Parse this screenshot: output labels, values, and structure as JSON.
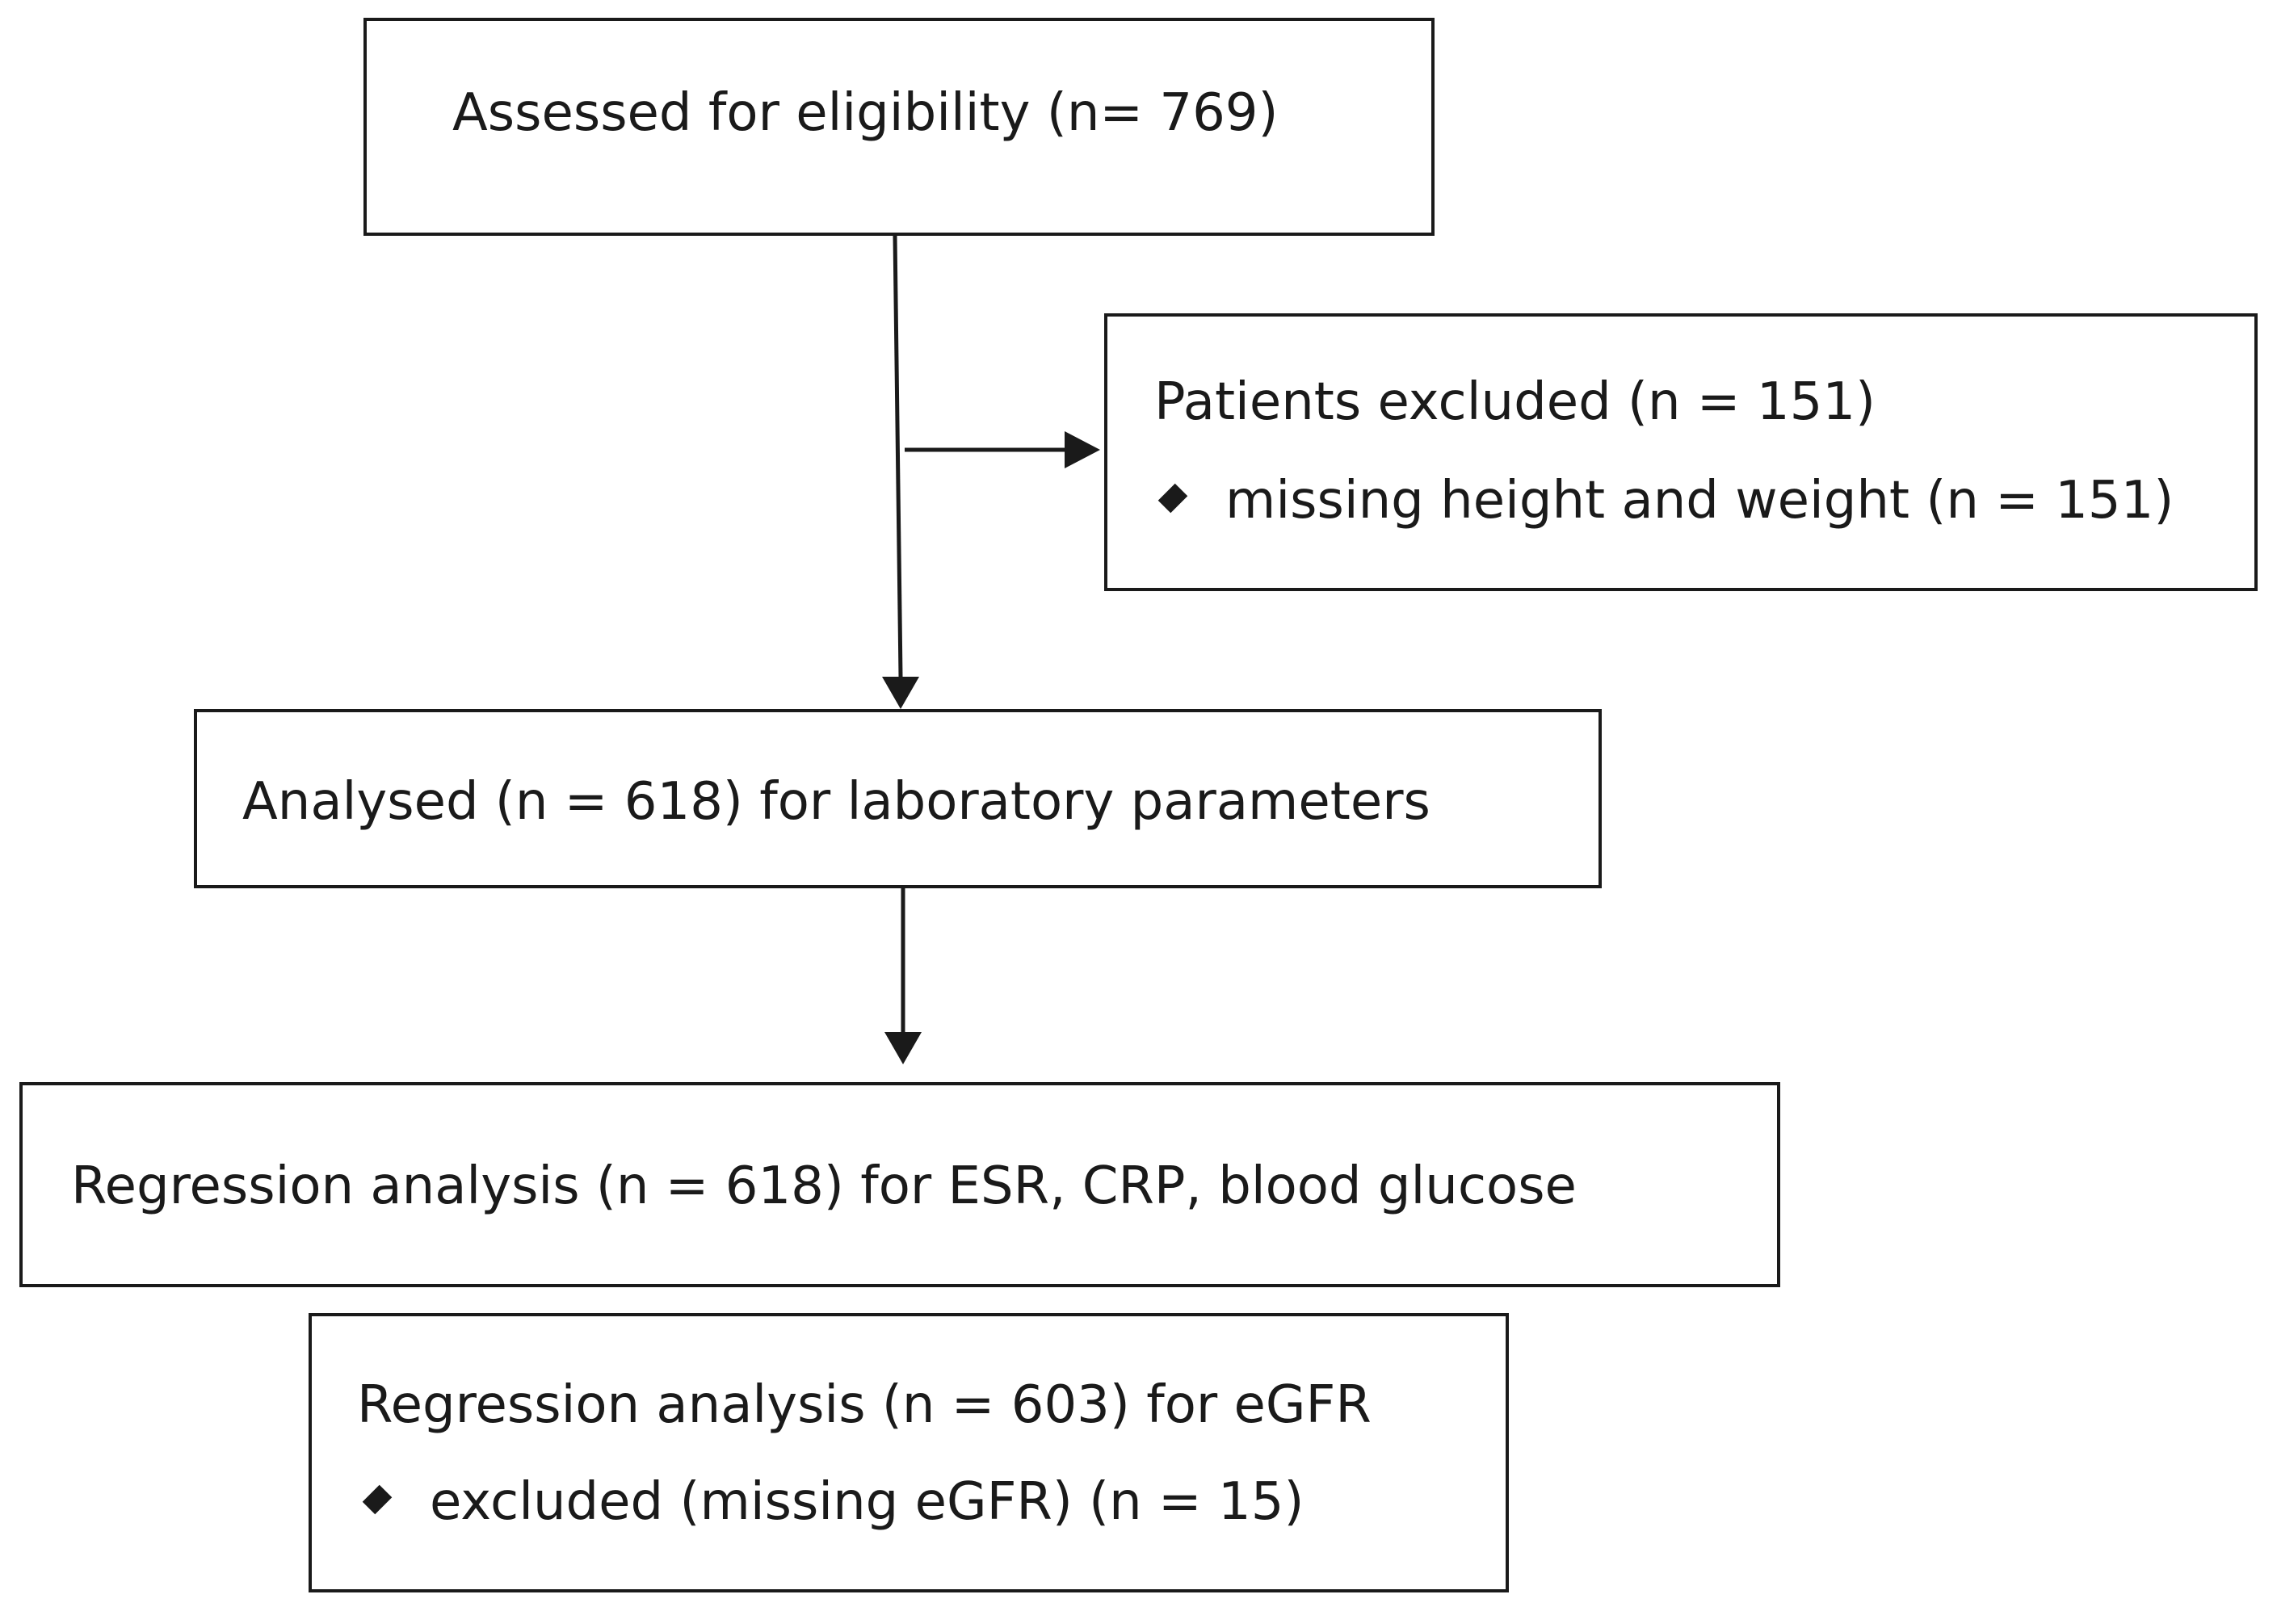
{
  "boxes": {
    "assessed": {
      "text": "Assessed for eligibility (n= 769)"
    },
    "excluded": {
      "title": "Patients excluded (n = 151)",
      "bullets": [
        "missing height and weight (n = 151)"
      ]
    },
    "analysed": {
      "text": "Analysed (n = 618) for laboratory parameters"
    },
    "regression_esr": {
      "text": "Regression analysis (n = 618) for ESR, CRP, blood glucose"
    },
    "regression_egfr": {
      "title": "Regression analysis (n = 603) for eGFR",
      "bullets": [
        "excluded (missing eGFR) (n = 15)"
      ]
    }
  },
  "colors": {
    "stroke": "#1a1a1a",
    "background": "#ffffff"
  }
}
